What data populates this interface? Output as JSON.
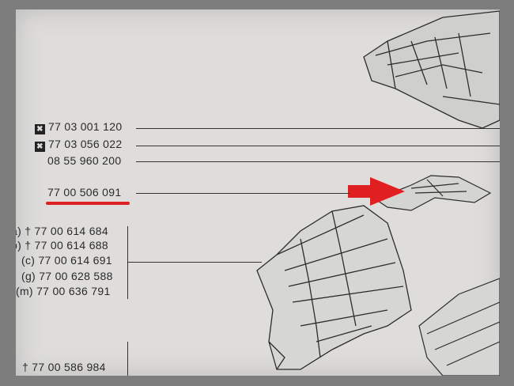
{
  "parts": {
    "p1": {
      "marker": "✖",
      "number": "77 03 001 120"
    },
    "p2": {
      "marker": "✖",
      "number": "77 03 056 022"
    },
    "p3": {
      "number": "08 55 960 200"
    },
    "p4": {
      "number": "77 00 506 091"
    },
    "group": [
      {
        "prefix": "a) †",
        "number": "77 00 614 684"
      },
      {
        "prefix": "b) †",
        "number": "77 00 614 688"
      },
      {
        "prefix": "(c)",
        "number": "77 00 614 691"
      },
      {
        "prefix": "(g)",
        "number": "77 00 628 588"
      },
      {
        "prefix": "(m)",
        "number": "77 00 636 791"
      }
    ],
    "p_last": {
      "prefix": "†",
      "number": "77 00 586 984"
    }
  },
  "colors": {
    "highlight": "#e02020",
    "paper": "#dedddb",
    "ink": "#2a2a2a"
  }
}
